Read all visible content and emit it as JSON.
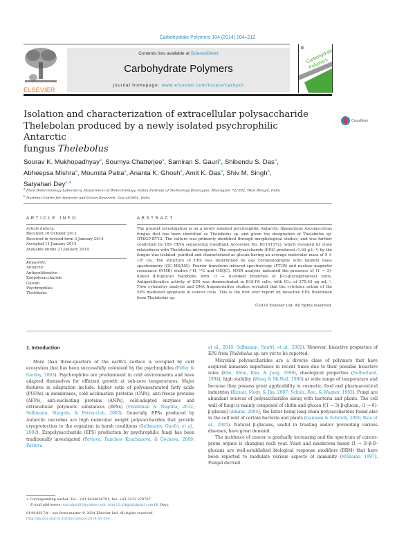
{
  "header": {
    "citation": "Carbohydrate Polymers 104 (2014) 204–212",
    "contents_prefix": "Contents lists available at ",
    "contents_link": "ScienceDirect",
    "journal_title": "Carbohydrate Polymers",
    "homepage_prefix": "journal homepage: ",
    "homepage_link": "www.elsevier.com/locate/carbpol",
    "publisher": "ELSEVIER",
    "cover_title_line1": "Carbohydrate",
    "cover_title_line2": "Polymers",
    "crossmark_label": "CrossMark"
  },
  "article": {
    "title_line1": "Isolation and characterization of extracellular polysaccharide",
    "title_line2": "Thelebolan produced by a newly isolated psychrophilic Antarctic",
    "title_line3_prefix": "fungus ",
    "title_line3_italic": "Thelebolus",
    "authors": [
      {
        "name": "Sourav K. Mukhopadhyay",
        "sup": "a"
      },
      {
        "name": "Soumya Chatterjee",
        "sup": "a"
      },
      {
        "name": "Samiran S. Gauri",
        "sup": "a"
      },
      {
        "name": "Shibendu S. Das",
        "sup": "a"
      },
      {
        "name": "Abheepsa Mishra",
        "sup": "a"
      },
      {
        "name": "Moumita Patra",
        "sup": "a"
      },
      {
        "name": "Ananta K. Ghosh",
        "sup": "a"
      },
      {
        "name": "Amit K. Das",
        "sup": "a"
      },
      {
        "name": "Shiv M. Singh",
        "sup": "b"
      },
      {
        "name": "Satyahari Dey",
        "sup": "a,∗"
      }
    ],
    "affiliations": [
      {
        "sup": "a",
        "text": "Plant Biotechnology Laboratory, Department of Biotechnology, Indian Institute of Technology Kharagpur, Kharagpur 721302, West Bengal, India"
      },
      {
        "sup": "b",
        "text": "National Centre for Antarctic and Ocean Research, Goa 403804, India"
      }
    ]
  },
  "article_info": {
    "heading": "ARTICLE INFO",
    "history_label": "Article history:",
    "history": [
      "Received 10 October 2013",
      "Received in revised form 3 January 2014",
      "Accepted 11 January 2014",
      "Available online 21 January 2014"
    ],
    "keywords_label": "Keywords:",
    "keywords": [
      "Antarctic",
      "Antiproliferative",
      "Exopolysaccharide",
      "Glucan",
      "Psychrophiles",
      "Thelebolus"
    ]
  },
  "abstract": {
    "heading": "ABSTRACT",
    "text": "The present investigation is on a newly isolated psychrophilic Antarctic filamentous Ascomycetous fungus that has been identified as Thelebolus sp. and given the designation of Thelebolus sp. IITKGP-BT12. The culture was primarily identified through morphological studies, and was further confirmed by 18S rRNA sequencing (GenBank Accession No. KC191572), which revealed its close relatedness with Thelebolus microsporus. The exopolysaccharide (EPS) produced (1.94 g L⁻¹) by the fungus was isolated, purified and characterized as glucan having an average molecular mass of 5 × 10⁵ Da. The structure of EPS was determined by gas chromatography with tandem mass spectrometry (GC–MS/MS). Fourier transform infrared spectroscopy (FT-IR) and nuclear magnetic resonance (NMR) studies (¹H, ¹³C and HSQC). NMR analysis indicated the presence of (1 → 3)-linked β-D-glucan backbone with (1 → 6)-linked branches of β-D-glucopyranosyl units. Antiproliferative activity of EPS was demonstrated in B16-F0 cells, with IC₅₀ of 275.42 μg mL⁻¹. Flow cytometry analysis and DNA fragmentation studies revealed that the cytotoxic action of the EPS mediated apoptosis in cancer cells. This is the first ever report on bioactive EPS thelebolan from Thelebolus sp.",
    "copyright": "©2014 Elsevier Ltd. All rights reserved."
  },
  "introduction": {
    "heading": "1.  Introduction",
    "left_paragraph": [
      {
        "t": "More than three-quarters of the earth's surface is occupied by cold ecosystem that has been successfully colonized by the psychrophiles ("
      },
      {
        "t": "Feller & Gerday, 2003",
        "link": true
      },
      {
        "t": "). Psychrophiles are predominant in cold environments and have adapted themselves for efficient growth at sub-zero temperatures. Major features in adaptation include: higher ratio of polyunsaturated fatty acids (PUFAs) in membranes, cold acclimation proteins (CAPs), anti-freeze proteins (AFPs), anti-nucleating proteins (ANPs), cold-adapted enzymes and extracellular polymeric substances (EPSs) ("
      },
      {
        "t": "Fendrihan & Negoita, 2012; Selbmann, Stingele, & Petruccioli, 2002",
        "link": true
      },
      {
        "t": "). Generally, EPSs produced by Antarctic microbes are high molecular weight polysaccharides that provide cryoprotection to the organism in harsh conditions ("
      },
      {
        "t": "Selbmann, Onofri, et al., 2002",
        "link": true
      },
      {
        "t": "). Exopolysaccharide (EPS) production by psychrophilic fungi has been traditionally investigated ("
      },
      {
        "t": "Pavlova, Panchev, Krachanova, & Gocheva, 2009; Pavlova",
        "link": true
      }
    ],
    "right_paragraph_1": [
      {
        "t": "et al., 2010; Selbmann, Onofri, et al., 2002",
        "link": true
      },
      {
        "t": "). However, bioactive properties of EPS from "
      },
      {
        "t": "Thelebolus",
        "italic": true
      },
      {
        "t": " sp. are yet to be reported."
      }
    ],
    "right_paragraph_2": [
      {
        "t": "Microbial polysaccharides are a diverse class of polymers that have acquired immense importance in recent times due to their possible bioactive roles ("
      },
      {
        "t": "Kim, Shim, Kim, & Jang, 1999",
        "link": true
      },
      {
        "t": "), rheological properties ("
      },
      {
        "t": "Sutherland, 1994",
        "link": true
      },
      {
        "t": "), high stability ("
      },
      {
        "t": "Wang & McNeil, 1996",
        "link": true
      },
      {
        "t": ") at wide range of temperature and because they possess great applicability in cosmetic, food and pharmaceutical industries ("
      },
      {
        "t": "Kumar, Mody, & Jha, 2007; Schulz, Rau, & Wagner, 1992",
        "link": true
      },
      {
        "t": "). Fungi are abundant sources of polysaccharides along with bacteria and plants. The cell wall of fungi is mainly composed of chitin and glucan [(1 → 3)-β-glucan, (1 → 6)-β-glucan] ("
      },
      {
        "t": "Adams, 2004",
        "link": true
      },
      {
        "t": "), the latter being long-chain polysaccharides found also in the cell wall of certain bacteria and plants ("
      },
      {
        "t": "Gannam & Schrock, 2001; Rice et al., 2005",
        "link": true
      },
      {
        "t": "). Natural β-glucans, useful in treating and/or preventing various diseases, have great demand."
      }
    ],
    "right_paragraph_3": [
      {
        "t": "The incidence of cancer is gradually increasing and the spectrum of cancer-prone organs is changing each year. Yeast and mushroom based (1 → 3)-β-D-glucans are well-established biological response modifiers (BRM) that have been reported to modulate various aspects of immunity ("
      },
      {
        "t": "Williams, 1997",
        "link": true
      },
      {
        "t": "). Fungal derived"
      }
    ]
  },
  "footnote": {
    "corresponding": "∗ Corresponding author. Tel.: +91 9434018791; fax: +91 3222 278707.",
    "email_label": "E-mail addresses: ",
    "email_1": "satyahari01@yahoo.com",
    "email_sep": ", ",
    "email_2": "sdey12.iitkgp@gmail.com",
    "email_suffix": " (S. Dey)."
  },
  "issn": {
    "line": "0144-8617/$ – see front matter © 2014 Elsevier Ltd. All rights reserved.",
    "doi": "http://dx.doi.org/10.1016/j.carbpol.2014.01.034"
  },
  "colors": {
    "link": "#2a8fbd",
    "elsevier_orange": "#f07d2b",
    "masthead_gray": "#e8e8e8",
    "cover_green": "#4aa83a"
  }
}
